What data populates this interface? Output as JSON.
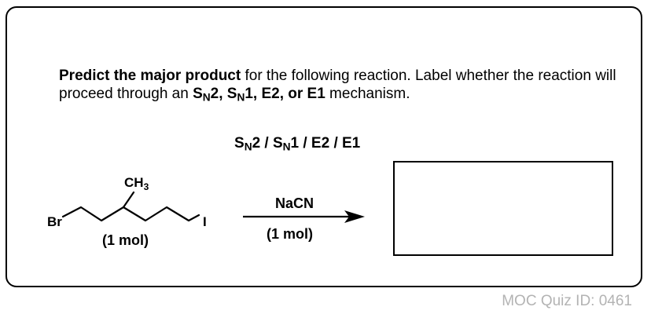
{
  "question": {
    "bold_lead": "Predict the major product",
    "text_1": " for the following reaction. Label whether the reaction will proceed through an ",
    "mechanisms_bold": {
      "sn2_main": "S",
      "sn2_sub": "N",
      "sn2_tail": "2, ",
      "sn1_main": "S",
      "sn1_sub": "N",
      "sn1_tail": "1, ",
      "e_tail": "E2, or E1"
    },
    "text_2": " mechanism."
  },
  "mechanism_options": {
    "sn2_main": "S",
    "sn2_sub": "N",
    "sn2_tail": "2 / ",
    "sn1_main": "S",
    "sn1_sub": "N",
    "sn1_tail": "1 / E2 / E1"
  },
  "reactant": {
    "halogen_left": "Br",
    "halogen_right": "I",
    "substituent_main": "CH",
    "substituent_sub": "3",
    "amount": "(1 mol)"
  },
  "reagent": {
    "name": "NaCN",
    "amount": "(1 mol)"
  },
  "footer": {
    "quiz_id": "MOC Quiz ID: 0461"
  },
  "colors": {
    "ink": "#000000",
    "quiz_id_gray": "#b3b3b3"
  }
}
